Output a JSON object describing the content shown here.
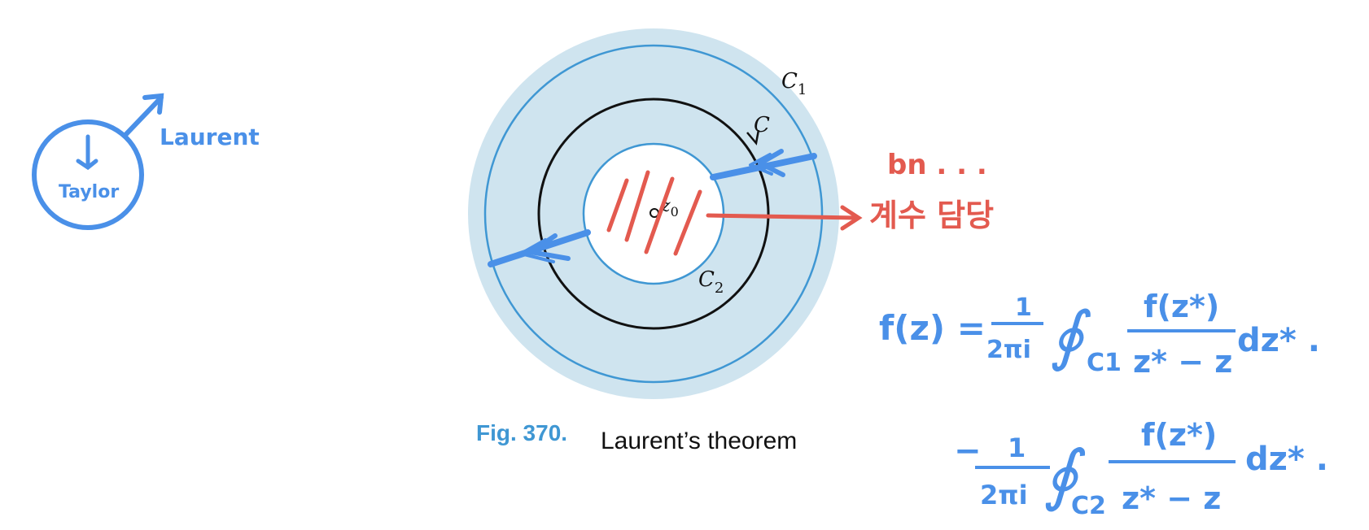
{
  "figure": {
    "label_C1": "C",
    "label_C1_sub": "1",
    "label_C": "C",
    "label_C2": "C",
    "label_C2_sub": "2",
    "label_z0": "z",
    "label_z0_sub": "0",
    "caption_number": "Fig. 370.",
    "caption_text": "Laurent’s theorem"
  },
  "notes": {
    "taylor_circle_text": "Taylor",
    "laurent_arrow_text": "Laurent",
    "bn_text": "bn . . .",
    "coef_text": "계수 담당",
    "eq1_lhs": "f(z) =",
    "eq1_coef_num": "1",
    "eq1_coef_den": "2πi",
    "eq1_contour": "C1",
    "eq1_num": "f(z*)",
    "eq1_den": "z* − z",
    "eq1_tail": "dz* .",
    "eq2_sign": "−",
    "eq2_coef_num": "1",
    "eq2_coef_den": "2πi",
    "eq2_contour": "C2",
    "eq2_num": "f(z*)",
    "eq2_den": "z* − z",
    "eq2_tail": "dz* ."
  },
  "colors": {
    "annulus_fill": "#cfe4ef",
    "circle_blue": "#3f97d3",
    "ink_blue": "#4a90e8",
    "ink_red": "#e35a4f",
    "caption_blue": "#3f97d3",
    "black": "#111111"
  }
}
